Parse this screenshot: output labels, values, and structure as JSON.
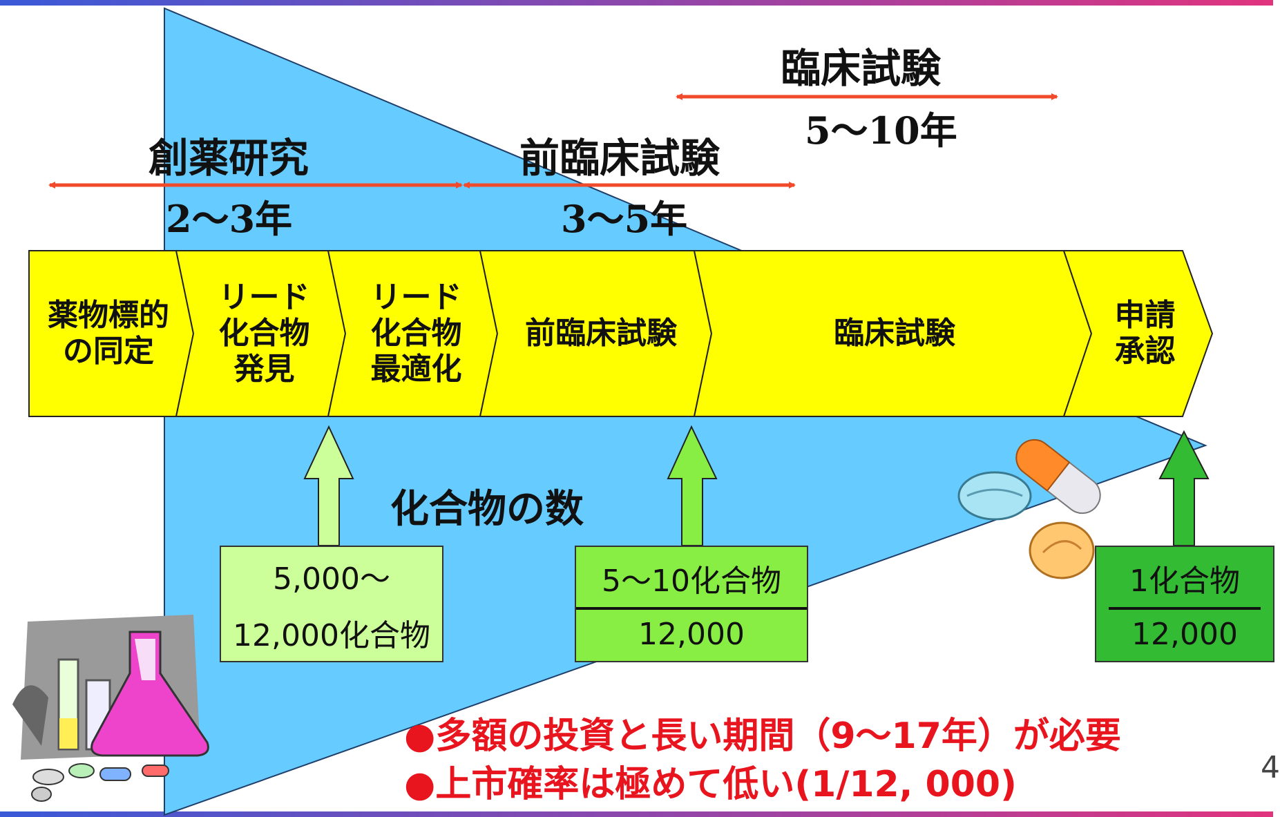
{
  "phases": {
    "discovery": {
      "title": "創薬研究",
      "duration": "2〜3年"
    },
    "preclinical": {
      "title": "前臨床試験",
      "duration": "3〜5年"
    },
    "clinical": {
      "title": "臨床試験",
      "duration": "5〜10年"
    }
  },
  "stages": [
    {
      "lines": [
        "薬物標的",
        "の同定"
      ]
    },
    {
      "lines": [
        "リード",
        "化合物",
        "発見"
      ]
    },
    {
      "lines": [
        "リード",
        "化合物",
        "最適化"
      ]
    },
    {
      "lines": [
        "前臨床試験"
      ]
    },
    {
      "lines": [
        "臨床試験"
      ]
    },
    {
      "lines": [
        "申請",
        "承認"
      ]
    }
  ],
  "funnel_label": "化合物の数",
  "compounds": {
    "box1": {
      "line1": "5,000〜",
      "line2": "12,000化合物"
    },
    "box2": {
      "numerator": "5〜10化合物",
      "denominator": "12,000"
    },
    "box3": {
      "numerator": "1化合物",
      "denominator": "12,000"
    }
  },
  "notes": [
    "●多額の投資と長い期間（9〜17年）が必要",
    "●上市確率は極めて低い(1/12, 000)"
  ],
  "page_number": "4",
  "colors": {
    "funnel": "#66ccff",
    "stage_fill": "#ffff00",
    "arrow_red": "#f04a2a",
    "box1": "#ccff99",
    "box2": "#88ee44",
    "box3": "#33bb33",
    "note": "#e8141e",
    "top_bar_start": "#3a5ad8",
    "top_bar_end": "#e0347e"
  }
}
